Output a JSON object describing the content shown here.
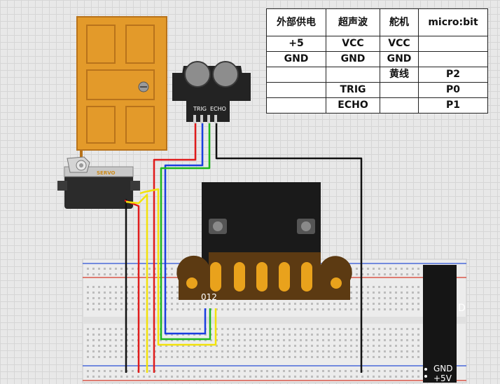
{
  "table": {
    "headers": [
      "外部供电",
      "超声波",
      "舵机",
      "micro:bit"
    ],
    "rows": [
      [
        "+5",
        "VCC",
        "VCC",
        ""
      ],
      [
        "GND",
        "GND",
        "GND",
        ""
      ],
      [
        "",
        "",
        "黄线",
        "P2"
      ],
      [
        "",
        "TRIG",
        "",
        "P0"
      ],
      [
        "",
        "ECHO",
        "",
        "P1"
      ]
    ]
  },
  "labels": {
    "servo": "SERVO",
    "trig": "TRIG",
    "echo": "ECHO",
    "pins": "012",
    "gnd": "GND",
    "plus5v": "+5V",
    "power_d": "D"
  },
  "colors": {
    "door": "#e39a2a",
    "door_dark": "#b8731b",
    "wire_black": "#111111",
    "wire_red": "#e01b1b",
    "wire_yellow": "#f2e20a",
    "wire_green": "#1db81d",
    "wire_blue": "#1a3ee0",
    "microbit": "#1a1a1a",
    "edge_connector": "#5c3a12",
    "gold_pad": "#e9a21c"
  }
}
